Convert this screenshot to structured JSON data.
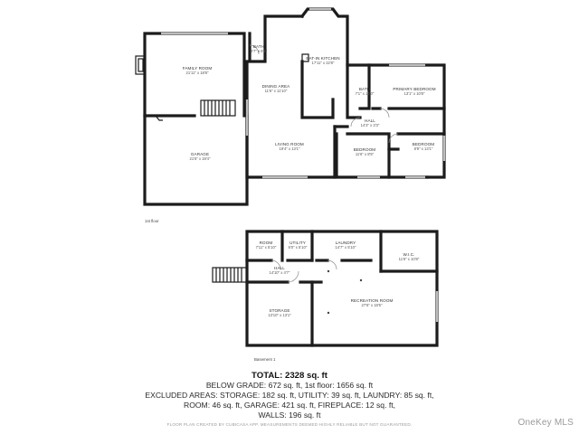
{
  "floors": [
    {
      "label": "1st floor",
      "rooms": [
        {
          "id": "bath1",
          "name": "BATH",
          "dims": "8'7\" x 6'2\""
        },
        {
          "id": "kitchen",
          "name": "EAT-IN KITCHEN",
          "dims": "17'11\" x 22'8\""
        },
        {
          "id": "family",
          "name": "FAMILY ROOM",
          "dims": "21'11\" x 18'8\""
        },
        {
          "id": "dining",
          "name": "DINING AREA",
          "dims": "11'6\" x 11'10\""
        },
        {
          "id": "bath2",
          "name": "BATH",
          "dims": "7'1\" x 10'0\""
        },
        {
          "id": "primary",
          "name": "PRIMARY BEDROOM",
          "dims": "13'1\" x 10'8\""
        },
        {
          "id": "hall",
          "name": "HALL",
          "dims": "14'3\" x 3'3\""
        },
        {
          "id": "living",
          "name": "LIVING ROOM",
          "dims": "19'4\" x 13'1\""
        },
        {
          "id": "bedroom1",
          "name": "BEDROOM",
          "dims": "11'6\" x 8'5\""
        },
        {
          "id": "bedroom2",
          "name": "BEDROOM",
          "dims": "8'9\" x 13'1\""
        },
        {
          "id": "garage",
          "name": "GARAGE",
          "dims": "21'6\" x 19'4\""
        }
      ]
    },
    {
      "label": "Basement 1",
      "rooms": [
        {
          "id": "room",
          "name": "ROOM",
          "dims": "7'11\" x 5'10\""
        },
        {
          "id": "utility",
          "name": "UTILITY",
          "dims": "6'0\" x 5'10\""
        },
        {
          "id": "laundry",
          "name": "LAUNDRY",
          "dims": "14'7\" x 5'10\""
        },
        {
          "id": "wic",
          "name": "W.I.C.",
          "dims": "11'6\" x 10'8\""
        },
        {
          "id": "bhall",
          "name": "HALL",
          "dims": "14'10\" x 4'7\""
        },
        {
          "id": "recreation",
          "name": "RECREATION ROOM",
          "dims": "27'6\" x 18'5\""
        },
        {
          "id": "storage",
          "name": "STORAGE",
          "dims": "13'10\" x 13'1\""
        }
      ]
    }
  ],
  "summary": {
    "total_label": "TOTAL:",
    "total_value": "2328 sq. ft",
    "line1": "BELOW GRADE: 672 sq. ft, 1st floor: 1656 sq. ft",
    "line2": "EXCLUDED AREAS: STORAGE: 182 sq. ft, UTILITY: 39 sq. ft, LAUNDRY: 85 sq. ft,",
    "line3": "ROOM: 46 sq. ft, GARAGE: 421 sq. ft, FIREPLACE: 12 sq. ft,",
    "line4": "WALLS: 196 sq. ft",
    "disclaimer": "FLOOR PLAN CREATED BY CUBICASA APP. MEASUREMENTS DEEMED HIGHLY RELIABLE BUT NOT GUARANTEED."
  },
  "watermark": "OneKey MLS"
}
